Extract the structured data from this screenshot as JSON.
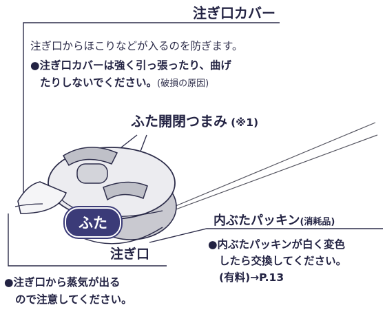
{
  "labels": {
    "spout_cover": {
      "title": "注ぎ口カバー",
      "desc": "注ぎ口からほこりなどが入るのを防ぎます。",
      "warn_line1": "●注ぎ口カバーは強く引っ張ったり、曲げ",
      "warn_line2_bold": "たりしないでください。",
      "warn_line2_note": "(破損の原因)"
    },
    "lid_knob": {
      "title": "ふた開閉つまみ",
      "note": "(※1)"
    },
    "lid_badge": "ふた",
    "inner_packing": {
      "title": "内ぶたパッキン",
      "title_note": "(消耗品)",
      "line1": "●内ぶたパッキンが白く変色",
      "line2": "したら交換してください。",
      "line3": "(有料)→P.13"
    },
    "spout": {
      "title": "注ぎ口",
      "warn_line1": "●注ぎ口から蒸気が出る",
      "warn_line2": "ので注意してください。"
    }
  },
  "colors": {
    "ink": "#232343",
    "badge": "#3b3b78",
    "lid": "#e8e8ec"
  }
}
